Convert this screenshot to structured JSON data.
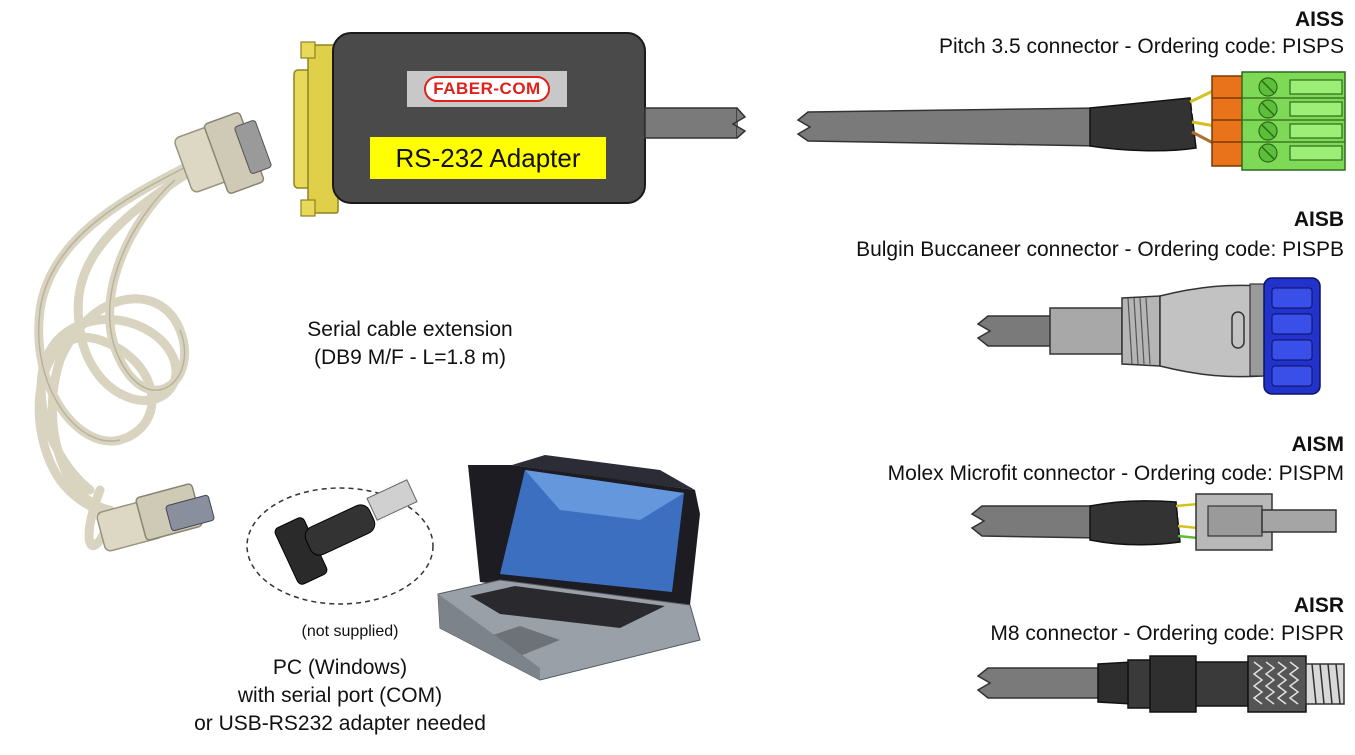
{
  "adapter": {
    "brand": "FABER-COM",
    "label": "RS-232 Adapter"
  },
  "cable_extension": {
    "line1": "Serial cable extension",
    "line2": "(DB9 M/F - L=1.8 m)"
  },
  "usb_adapter": {
    "note": "(not supplied)"
  },
  "pc": {
    "line1": "PC (Windows)",
    "line2": "with serial port (COM)",
    "line3": "or USB-RS232 adapter needed"
  },
  "connectors": [
    {
      "code": "AISS",
      "description": "Pitch 3.5 connector - Ordering code: PISPS"
    },
    {
      "code": "AISB",
      "description": "Bulgin Buccaneer connector - Ordering code: PISPB"
    },
    {
      "code": "AISM",
      "description": "Molex Microfit connector - Ordering code: PISPM"
    },
    {
      "code": "AISR",
      "description": "M8 connector - Ordering code: PISPR"
    }
  ],
  "colors": {
    "adapter_body": "#4a4a4a",
    "db9_metal": "#e8d95a",
    "cable_gray": "#7a7a7a",
    "label_yellow": "#ffff00",
    "brand_red": "#e0201a",
    "terminal_green": "#7ed957",
    "terminal_orange": "#e8731a",
    "bulgin_blue": "#2233cc",
    "serial_cable_beige": "#ddd8c4"
  }
}
